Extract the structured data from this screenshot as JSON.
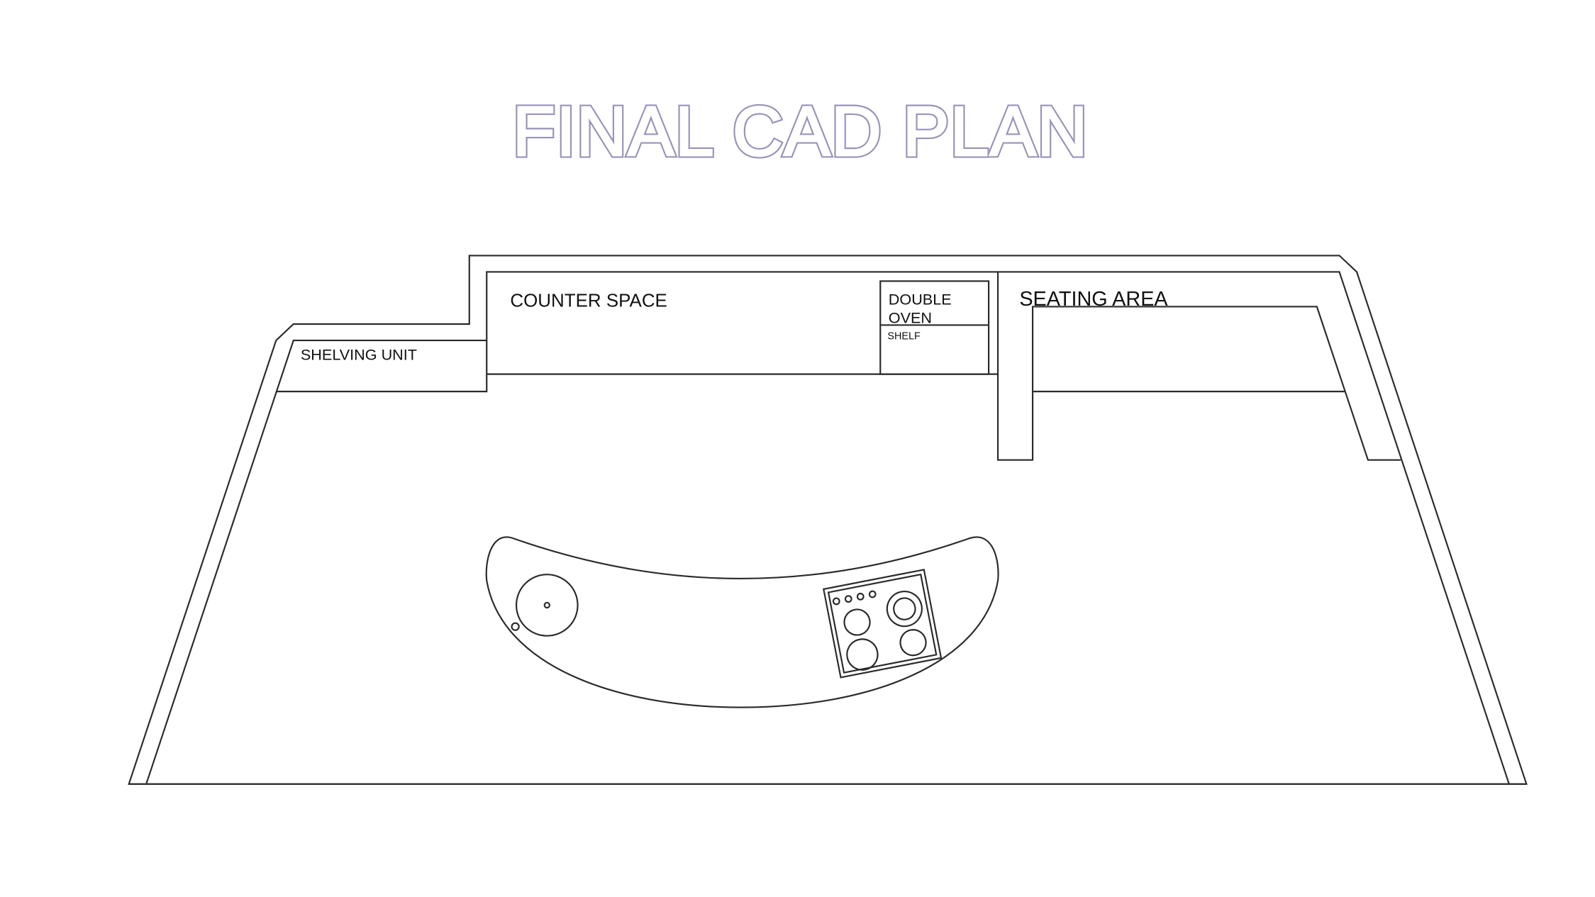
{
  "title": "FINAL CAD PLAN",
  "labels": {
    "counter_space": "COUNTER SPACE",
    "shelving_unit": "SHELVING UNIT",
    "double_oven_line1": "DOUBLE",
    "double_oven_line2": "OVEN",
    "shelf": "SHELF",
    "seating_area": "SEATING AREA"
  },
  "colors": {
    "title": "#9a92b8",
    "lines": "#2a2a2a"
  }
}
